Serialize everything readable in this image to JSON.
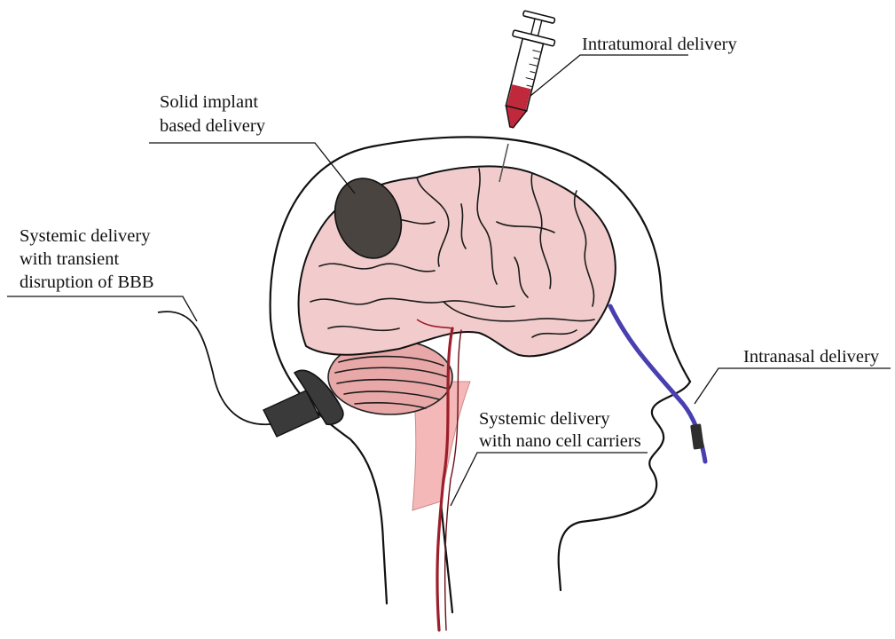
{
  "labels": {
    "intratumoral": "Intratumoral delivery",
    "solid_implant_line1": "Solid implant",
    "solid_implant_line2": "based delivery",
    "systemic_bbb_line1": "Systemic delivery",
    "systemic_bbb_line2": "with transient",
    "systemic_bbb_line3": "disruption of BBB",
    "intranasal": "Intranasal delivery",
    "systemic_nano_line1": "Systemic delivery",
    "systemic_nano_line2": "with nano cell carriers"
  },
  "colors": {
    "brain_fill": "#f2cccc",
    "cerebellum_fill": "#e8a8a8",
    "brainstem_fill": "#f4b8b8",
    "syringe_fluid": "#c0283c",
    "implant": "#4a4440",
    "catheter": "#4a3fb0",
    "blood_vessel": "#9c1e2a",
    "ultrasound_probe": "#3a3a3a"
  }
}
